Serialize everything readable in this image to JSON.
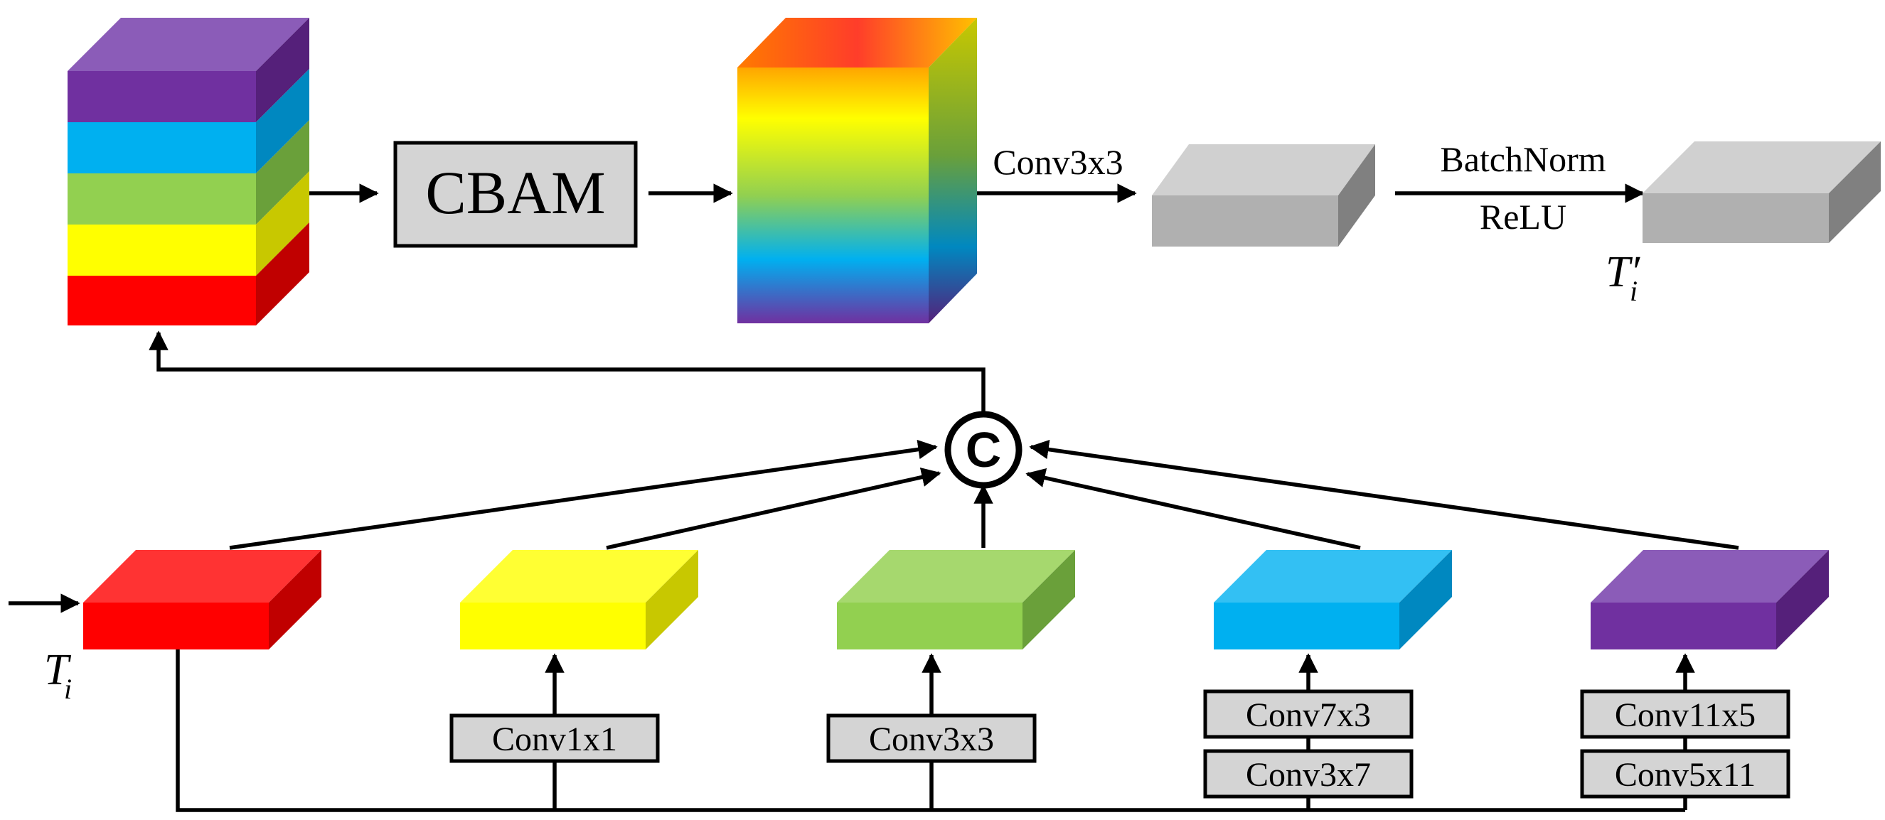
{
  "cbam": {
    "label": "CBAM"
  },
  "top_path": {
    "conv_label": "Conv3x3",
    "bn_label": "BatchNorm",
    "relu_label": "ReLU",
    "output_label": "T",
    "output_sub": "i",
    "output_prime": "′"
  },
  "input": {
    "label": "T",
    "sub": "i"
  },
  "concat": {
    "symbol": "C"
  },
  "branches": [
    {
      "id": "red",
      "ops": []
    },
    {
      "id": "yellow",
      "ops": [
        "Conv1x1"
      ]
    },
    {
      "id": "green",
      "ops": [
        "Conv3x3"
      ]
    },
    {
      "id": "blue",
      "ops": [
        "Conv7x3",
        "Conv3x7"
      ]
    },
    {
      "id": "purple",
      "ops": [
        "Conv11x5",
        "Conv5x11"
      ]
    }
  ],
  "colors": {
    "red": "#ff0000",
    "yellow": "#ffff00",
    "green": "#92d050",
    "blue": "#00b0f0",
    "purple": "#7030a0",
    "gray": "#b0b0b0",
    "op_box": "#d4d4d4"
  }
}
